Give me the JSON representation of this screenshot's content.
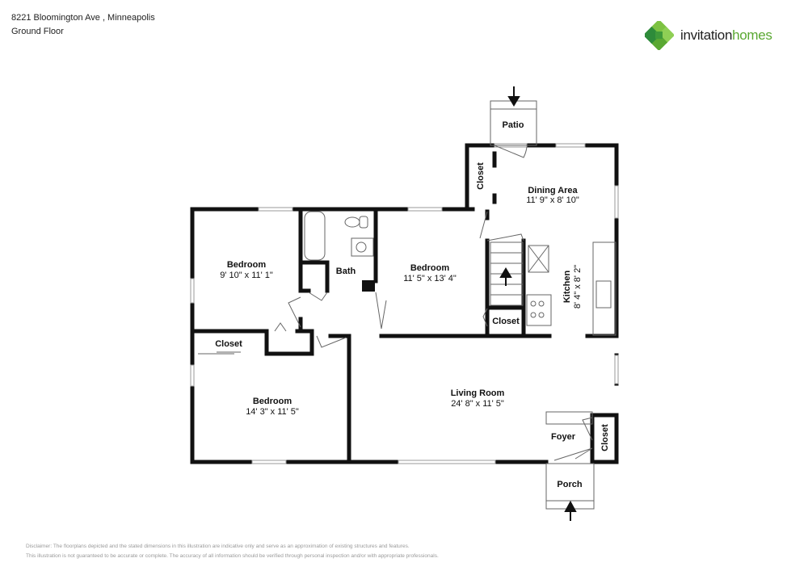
{
  "header": {
    "address": "8221 Bloomington Ave , Minneapolis",
    "floor": "Ground Floor"
  },
  "brand": {
    "logo_icon": "invitation-homes-clover-icon",
    "name_part1": "invitation",
    "name_part2": "homes",
    "colors": {
      "dark_green": "#2e8b3a",
      "light_green": "#7dc242",
      "text": "#222222",
      "accent": "#5aa832"
    }
  },
  "rooms": {
    "patio": {
      "name": "Patio"
    },
    "dining": {
      "name": "Dining Area",
      "dims": "11' 9\" x 8' 10\""
    },
    "closet_dining": {
      "name": "Closet"
    },
    "bedroom1": {
      "name": "Bedroom",
      "dims": "9' 10\" x 11' 1\""
    },
    "bath": {
      "name": "Bath"
    },
    "bedroom2": {
      "name": "Bedroom",
      "dims": "11' 5\" x 13' 4\""
    },
    "kitchen": {
      "name": "Kitchen",
      "dims": "8' 4\" x 8' 2\""
    },
    "closet_stairs": {
      "name": "Closet"
    },
    "closet_bed3": {
      "name": "Closet"
    },
    "bedroom3": {
      "name": "Bedroom",
      "dims": "14' 3\" x 11' 5\""
    },
    "living": {
      "name": "Living Room",
      "dims": "24' 8\" x 11' 5\""
    },
    "foyer": {
      "name": "Foyer"
    },
    "closet_foyer": {
      "name": "Closet"
    },
    "porch": {
      "name": "Porch"
    }
  },
  "disclaimer": {
    "line1": "Disclaimer: The floorplans depicted and the stated dimensions in this illustration are indicative only and serve as an approximation of existing structures and features.",
    "line2": "This illustration is not guaranteed to be accurate or complete. The accuracy of all information should be verified through personal inspection and/or with appropriate professionals."
  }
}
